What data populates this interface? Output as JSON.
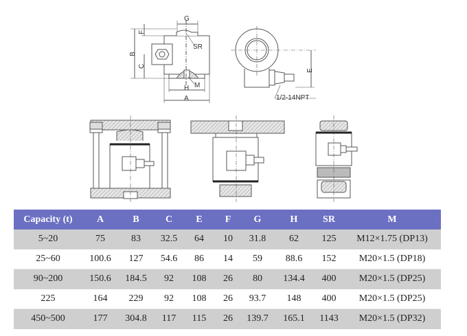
{
  "drawing": {
    "labels": {
      "G": "G",
      "F": "F",
      "B": "B",
      "C": "C",
      "SR": "SR",
      "M": "M",
      "H": "H",
      "A": "A",
      "E": "E",
      "thread": "1/2-14NPT"
    },
    "views": [
      "front-dimension-view",
      "side-dimension-view",
      "mounting-assembly-frame",
      "mounting-assembly-top-plate",
      "mounting-assembly-base"
    ]
  },
  "table": {
    "headers": [
      "Capacity (t)",
      "A",
      "B",
      "C",
      "E",
      "F",
      "G",
      "H",
      "SR",
      "M"
    ],
    "rows": [
      [
        "5~20",
        "75",
        "83",
        "32.5",
        "64",
        "10",
        "31.8",
        "62",
        "125",
        "M12×1.75 (DP13)"
      ],
      [
        "25~60",
        "100.6",
        "127",
        "54.6",
        "86",
        "14",
        "59",
        "88.6",
        "152",
        "M20×1.5 (DP18)"
      ],
      [
        "90~200",
        "150.6",
        "184.5",
        "92",
        "108",
        "26",
        "80",
        "134.4",
        "400",
        "M20×1.5 (DP25)"
      ],
      [
        "225",
        "164",
        "229",
        "92",
        "108",
        "26",
        "93.7",
        "148",
        "400",
        "M20×1.5 (DP25)"
      ],
      [
        "450~500",
        "177",
        "304.8",
        "117",
        "115",
        "26",
        "139.7",
        "165.1",
        "1143",
        "M20×1.5 (DP32)"
      ]
    ]
  },
  "colors": {
    "header_bg": "#6b70c2",
    "header_text": "#ffffff",
    "row_shaded": "#cfcfcf",
    "row_plain": "#ffffff"
  }
}
